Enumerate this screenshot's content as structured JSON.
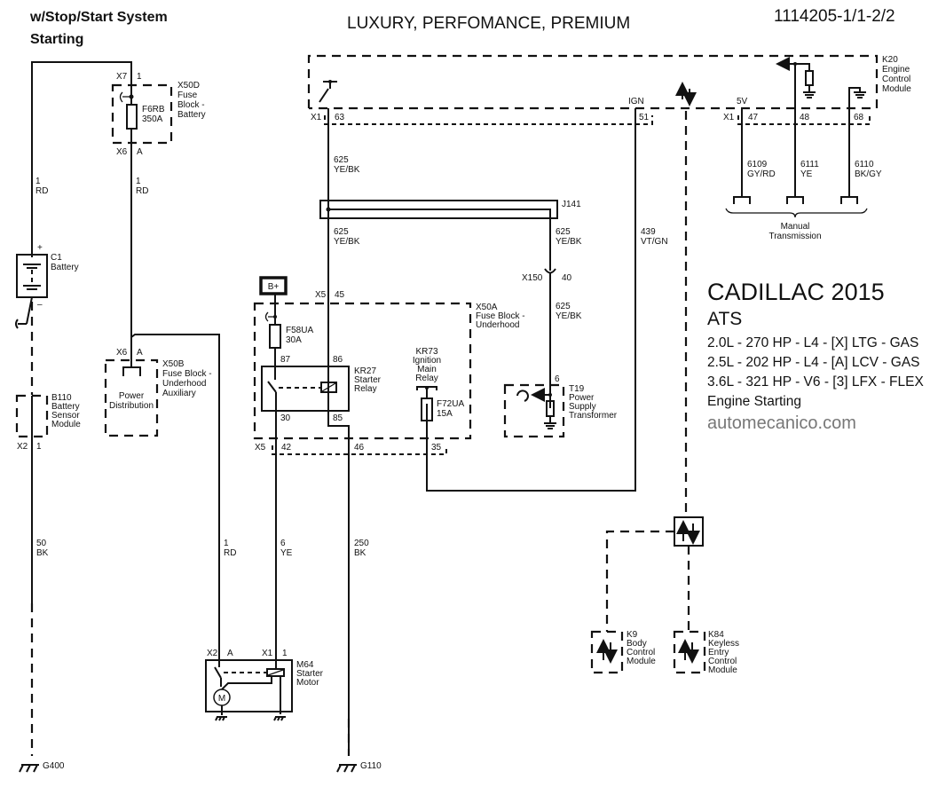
{
  "header": {
    "subtitle_line1": "w/Stop/Start System",
    "subtitle_line2": "Starting",
    "trim_levels": "LUXURY, PERFOMANCE, PREMIUM",
    "diagram_id": "1114205-1/1-2/2"
  },
  "vehicle": {
    "make_year": "CADILLAC 2015",
    "model": "ATS",
    "engines": [
      "2.0L - 270 HP - L4 - [X] LTG - GAS",
      "2.5L - 202 HP - L4 - [A] LCV - GAS",
      "3.6L - 321 HP - V6 - [3] LFX - FLEX"
    ],
    "system": "Engine Starting",
    "website": "automecanico.com"
  },
  "components": {
    "x50d": {
      "id": "X50D",
      "l1": "Fuse",
      "l2": "Block -",
      "l3": "Battery",
      "fuse": "F6RB",
      "rating": "350A",
      "conn_top": "X7",
      "pin_top": "1",
      "conn_bot": "X6",
      "pin_bot": "A"
    },
    "c1": {
      "id": "C1",
      "name": "Battery",
      "plus": "+",
      "minus": "–"
    },
    "b110": {
      "id": "B110",
      "l1": "Battery",
      "l2": "Sensor",
      "l3": "Module",
      "conn": "X2",
      "pin": "1"
    },
    "x50b": {
      "id": "X50B",
      "l1": "Fuse Block -",
      "l2": "Underhood",
      "l3": "Auxiliary",
      "inner1": "Power",
      "inner2": "Distribution",
      "conn": "X6",
      "pin": "A"
    },
    "bplus": {
      "label": "B+"
    },
    "x50a": {
      "id": "X50A",
      "l1": "Fuse Block -",
      "l2": "Underhood",
      "conn_top": "X5",
      "pin_top": "45",
      "conn_bot": "X5",
      "pins_bot": [
        "42",
        "46",
        "35"
      ]
    },
    "f58ua": {
      "id": "F58UA",
      "rating": "30A"
    },
    "kr27": {
      "id": "KR27",
      "l1": "Starter",
      "l2": "Relay",
      "p87": "87",
      "p86": "86",
      "p30": "30",
      "p85": "85"
    },
    "kr73": {
      "id": "KR73",
      "l1": "Ignition",
      "l2": "Main",
      "l3": "Relay"
    },
    "f72ua": {
      "id": "F72UA",
      "rating": "15A"
    },
    "j141": {
      "id": "J141"
    },
    "x150": {
      "conn": "X150",
      "pin": "40"
    },
    "t19": {
      "id": "T19",
      "l1": "Power",
      "l2": "Supply",
      "l3": "Transformer",
      "pin": "6"
    },
    "k20": {
      "id": "K20",
      "l1": "Engine",
      "l2": "Control",
      "l3": "Module",
      "conn": "X1",
      "pins": [
        "63",
        "51",
        "47",
        "48",
        "68"
      ],
      "ign_label": "IGN",
      "v5_label": "5V"
    },
    "manual_trans": {
      "l1": "Manual",
      "l2": "Transmission"
    },
    "m64": {
      "id": "M64",
      "l1": "Starter",
      "l2": "Motor",
      "conn_a": "X2",
      "pin_a": "A",
      "conn_b": "X1",
      "pin_b": "1",
      "motor": "M"
    },
    "k9": {
      "id": "K9",
      "l1": "Body",
      "l2": "Control",
      "l3": "Module"
    },
    "k84": {
      "id": "K84",
      "l1": "Keyless",
      "l2": "Entry",
      "l3": "Control",
      "l4": "Module"
    },
    "g400": {
      "id": "G400"
    },
    "g110": {
      "id": "G110"
    }
  },
  "wires": {
    "w1_left": {
      "circuit": "1",
      "color": "RD"
    },
    "w1_mid": {
      "circuit": "1",
      "color": "RD"
    },
    "w625_a": {
      "circuit": "625",
      "color": "YE/BK"
    },
    "w625_b": {
      "circuit": "625",
      "color": "YE/BK"
    },
    "w625_c": {
      "circuit": "625",
      "color": "YE/BK"
    },
    "w625_d": {
      "circuit": "625",
      "color": "YE/BK"
    },
    "w439": {
      "circuit": "439",
      "color": "VT/GN"
    },
    "w6109": {
      "circuit": "6109",
      "color": "GY/RD"
    },
    "w6111": {
      "circuit": "6111",
      "color": "YE"
    },
    "w6110": {
      "circuit": "6110",
      "color": "BK/GY"
    },
    "w50": {
      "circuit": "50",
      "color": "BK"
    },
    "w1_lower": {
      "circuit": "1",
      "color": "RD"
    },
    "w6": {
      "circuit": "6",
      "color": "YE"
    },
    "w250": {
      "circuit": "250",
      "color": "BK"
    }
  }
}
